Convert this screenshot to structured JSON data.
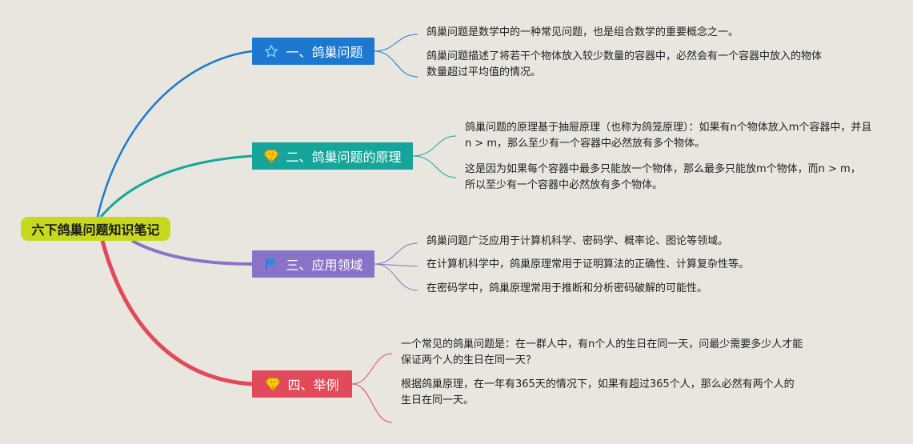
{
  "root": {
    "title": "六下鸽巢问题知识笔记"
  },
  "colors": {
    "background": "#e8e6de",
    "root": "#c6d91f",
    "branch1": "#1c79cf",
    "branch2": "#16a59a",
    "branch3": "#8a72c8",
    "branch4": "#e04a5a"
  },
  "branches": [
    {
      "label": "一、鸽巢问题",
      "icon": "star-icon",
      "notes": [
        "鸽巢问题是数学中的一种常见问题，也是组合数学的重要概念之一。",
        "鸽巢问题描述了将若干个物体放入较少数量的容器中，必然会有一个容器中放入的物体数量超过平均值的情况。"
      ]
    },
    {
      "label": "二、鸽巢问题的原理",
      "icon": "diamond-icon",
      "notes": [
        "鸽巢问题的原理基于抽屉原理（也称为鸽笼原理）：如果有n个物体放入m个容器中，并且n > m，那么至少有一个容器中必然放有多个物体。",
        "这是因为如果每个容器中最多只能放一个物体，那么最多只能放m个物体，而n > m，所以至少有一个容器中必然放有多个物体。"
      ]
    },
    {
      "label": "三、应用领域",
      "icon": "flag-icon",
      "notes": [
        "鸽巢问题广泛应用于计算机科学、密码学、概率论、图论等领域。",
        "在计算机科学中，鸽巢原理常用于证明算法的正确性、计算复杂性等。",
        "在密码学中，鸽巢原理常用于推断和分析密码破解的可能性。"
      ]
    },
    {
      "label": "四、举例",
      "icon": "diamond-icon",
      "notes": [
        "一个常见的鸽巢问题是：在一群人中，有n个人的生日在同一天，问最少需要多少人才能保证两个人的生日在同一天？",
        "根据鸽巢原理，在一年有365天的情况下，如果有超过365个人，那么必然有两个人的生日在同一天。"
      ]
    }
  ]
}
